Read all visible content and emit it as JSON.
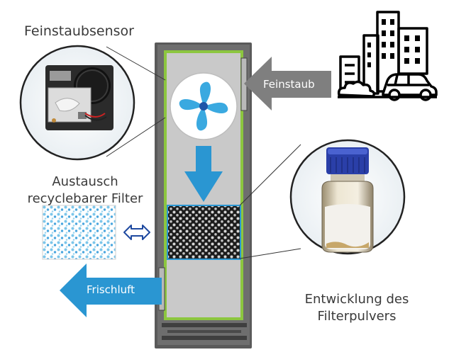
{
  "labels": {
    "sensor": "Feinstaubsensor",
    "exchange_line1": "Austausch",
    "exchange_line2": "recyclebarer Filter",
    "development_line1": "Entwicklung des",
    "development_line2": "Filterpulvers"
  },
  "arrows": {
    "inflow": "Feinstaub",
    "outflow": "Frischluft"
  },
  "colors": {
    "frame_green": "#8cc63f",
    "arrow_blue": "#2a96d2",
    "arrow_gray": "#7f7f7f",
    "housing_dark": "#5a5a5a",
    "housing_inner": "#c9c9c9",
    "fan_blue": "#3aa9e0",
    "cap_blue": "#2a3fa8"
  },
  "icons": {
    "fan": "fan-icon",
    "city": "city-car-icon",
    "exchange": "double-arrow-icon"
  }
}
